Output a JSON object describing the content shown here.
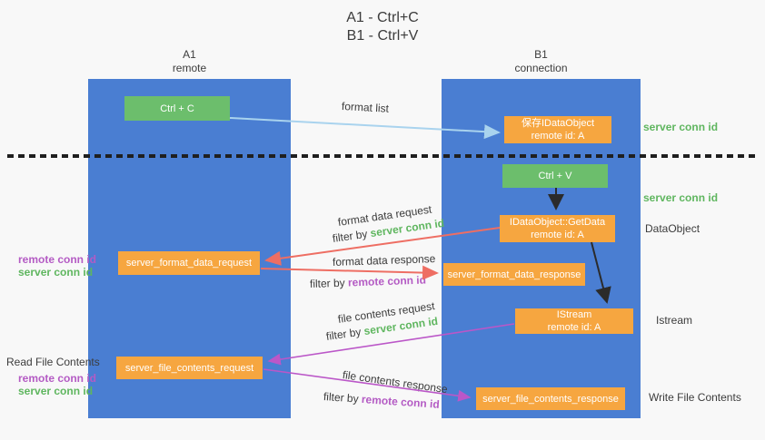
{
  "title": {
    "line1": "A1 - Ctrl+C",
    "line2": "B1 - Ctrl+V"
  },
  "columns": {
    "a1": {
      "name": "A1",
      "subtitle": "remote"
    },
    "b1": {
      "name": "B1",
      "subtitle": "connection"
    }
  },
  "nodes": {
    "ctrl_c": "Ctrl + C",
    "ctrl_v": "Ctrl + V",
    "save_idataobject": {
      "line1": "保存IDataObject",
      "line2": "remote id: A"
    },
    "getdata": {
      "line1": "IDataObject::GetData",
      "line2": "remote id: A"
    },
    "istream": {
      "line1": "IStream",
      "line2": "remote id: A"
    },
    "server_format_data_request": "server_format_data_request",
    "server_format_data_response": "server_format_data_response",
    "server_file_contents_request": "server_file_contents_request",
    "server_file_contents_response": "server_file_contents_response"
  },
  "side_labels": {
    "right": {
      "server_conn_id_top": "server conn id",
      "server_conn_id_mid": "server conn id",
      "dataobject": "DataObject",
      "istream": "Istream",
      "write_file_contents": "Write File Contents"
    },
    "left": {
      "remote_conn_id_top": "remote conn id",
      "server_conn_id_top": "server conn id",
      "read_file_contents": "Read File Contents",
      "remote_conn_id_bottom": "remote conn id",
      "server_conn_id_bottom": "server conn id"
    }
  },
  "flow_labels": {
    "format_list": "format list",
    "format_data_request": "format data request",
    "filter_by_request_1": "filter by ",
    "filter_id_request_1": "server conn id",
    "format_data_response": "format data response",
    "filter_by_response_1": "filter by ",
    "filter_id_response_1": "remote conn id",
    "file_contents_request": "file contents request",
    "filter_by_request_2": "filter by ",
    "filter_id_request_2": "server conn id",
    "file_contents_response": "file contents response",
    "filter_by_response_2": "filter by ",
    "filter_id_response_2": "remote conn id"
  },
  "colors": {
    "column_blue": "#4a7ed2",
    "box_green": "#6cbe6c",
    "box_orange": "#f6a640",
    "arrow_light_blue": "#a9d3ee",
    "arrow_red": "#ee6e63",
    "arrow_purple": "#bb57c8",
    "arrow_black": "#2b2b2b",
    "text_green": "#5fb65f",
    "text_purple": "#b45bc4",
    "text_dark": "#3c3c3c"
  }
}
